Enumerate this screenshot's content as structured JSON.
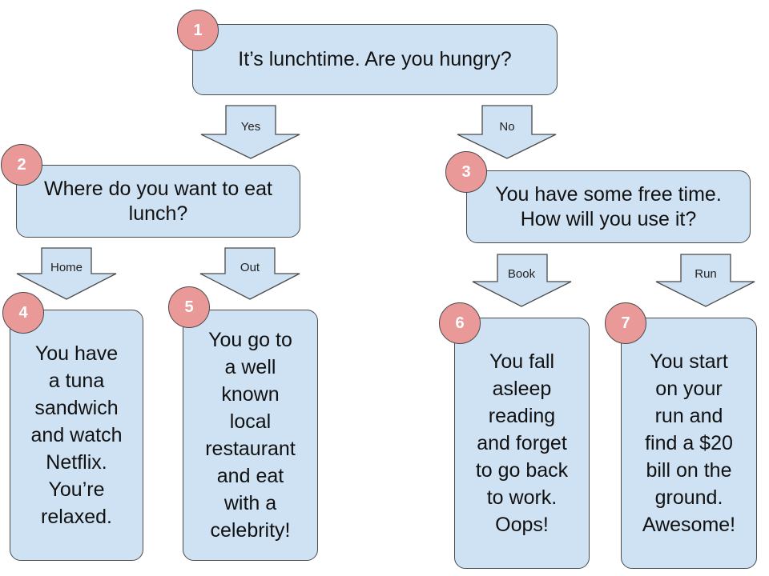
{
  "nodes": {
    "n1": {
      "number": "1",
      "text": "It’s lunchtime. Are you hungry?"
    },
    "n2": {
      "number": "2",
      "text": "Where do you want to eat\nlunch?"
    },
    "n3": {
      "number": "3",
      "text": "You have some free time.\nHow will you use it?"
    },
    "n4": {
      "number": "4",
      "text": "You have\na tuna\nsandwich\nand watch\nNetflix.\nYou’re\nrelaxed."
    },
    "n5": {
      "number": "5",
      "text": "You go to\na well\nknown\nlocal\nrestaurant\nand eat\nwith a\ncelebrity!"
    },
    "n6": {
      "number": "6",
      "text": "You fall\nasleep\nreading\nand forget\nto go back\nto work.\nOops!"
    },
    "n7": {
      "number": "7",
      "text": "You start\non your\nrun and\nfind a $20\nbill on the\nground.\nAwesome!"
    }
  },
  "edges": {
    "yes": {
      "label": "Yes"
    },
    "no": {
      "label": "No"
    },
    "home": {
      "label": "Home"
    },
    "out": {
      "label": "Out"
    },
    "book": {
      "label": "Book"
    },
    "run": {
      "label": "Run"
    }
  },
  "colors": {
    "box_fill": "#cfe2f3",
    "badge_fill": "#ea9999",
    "outline": "#4a4a4a"
  }
}
